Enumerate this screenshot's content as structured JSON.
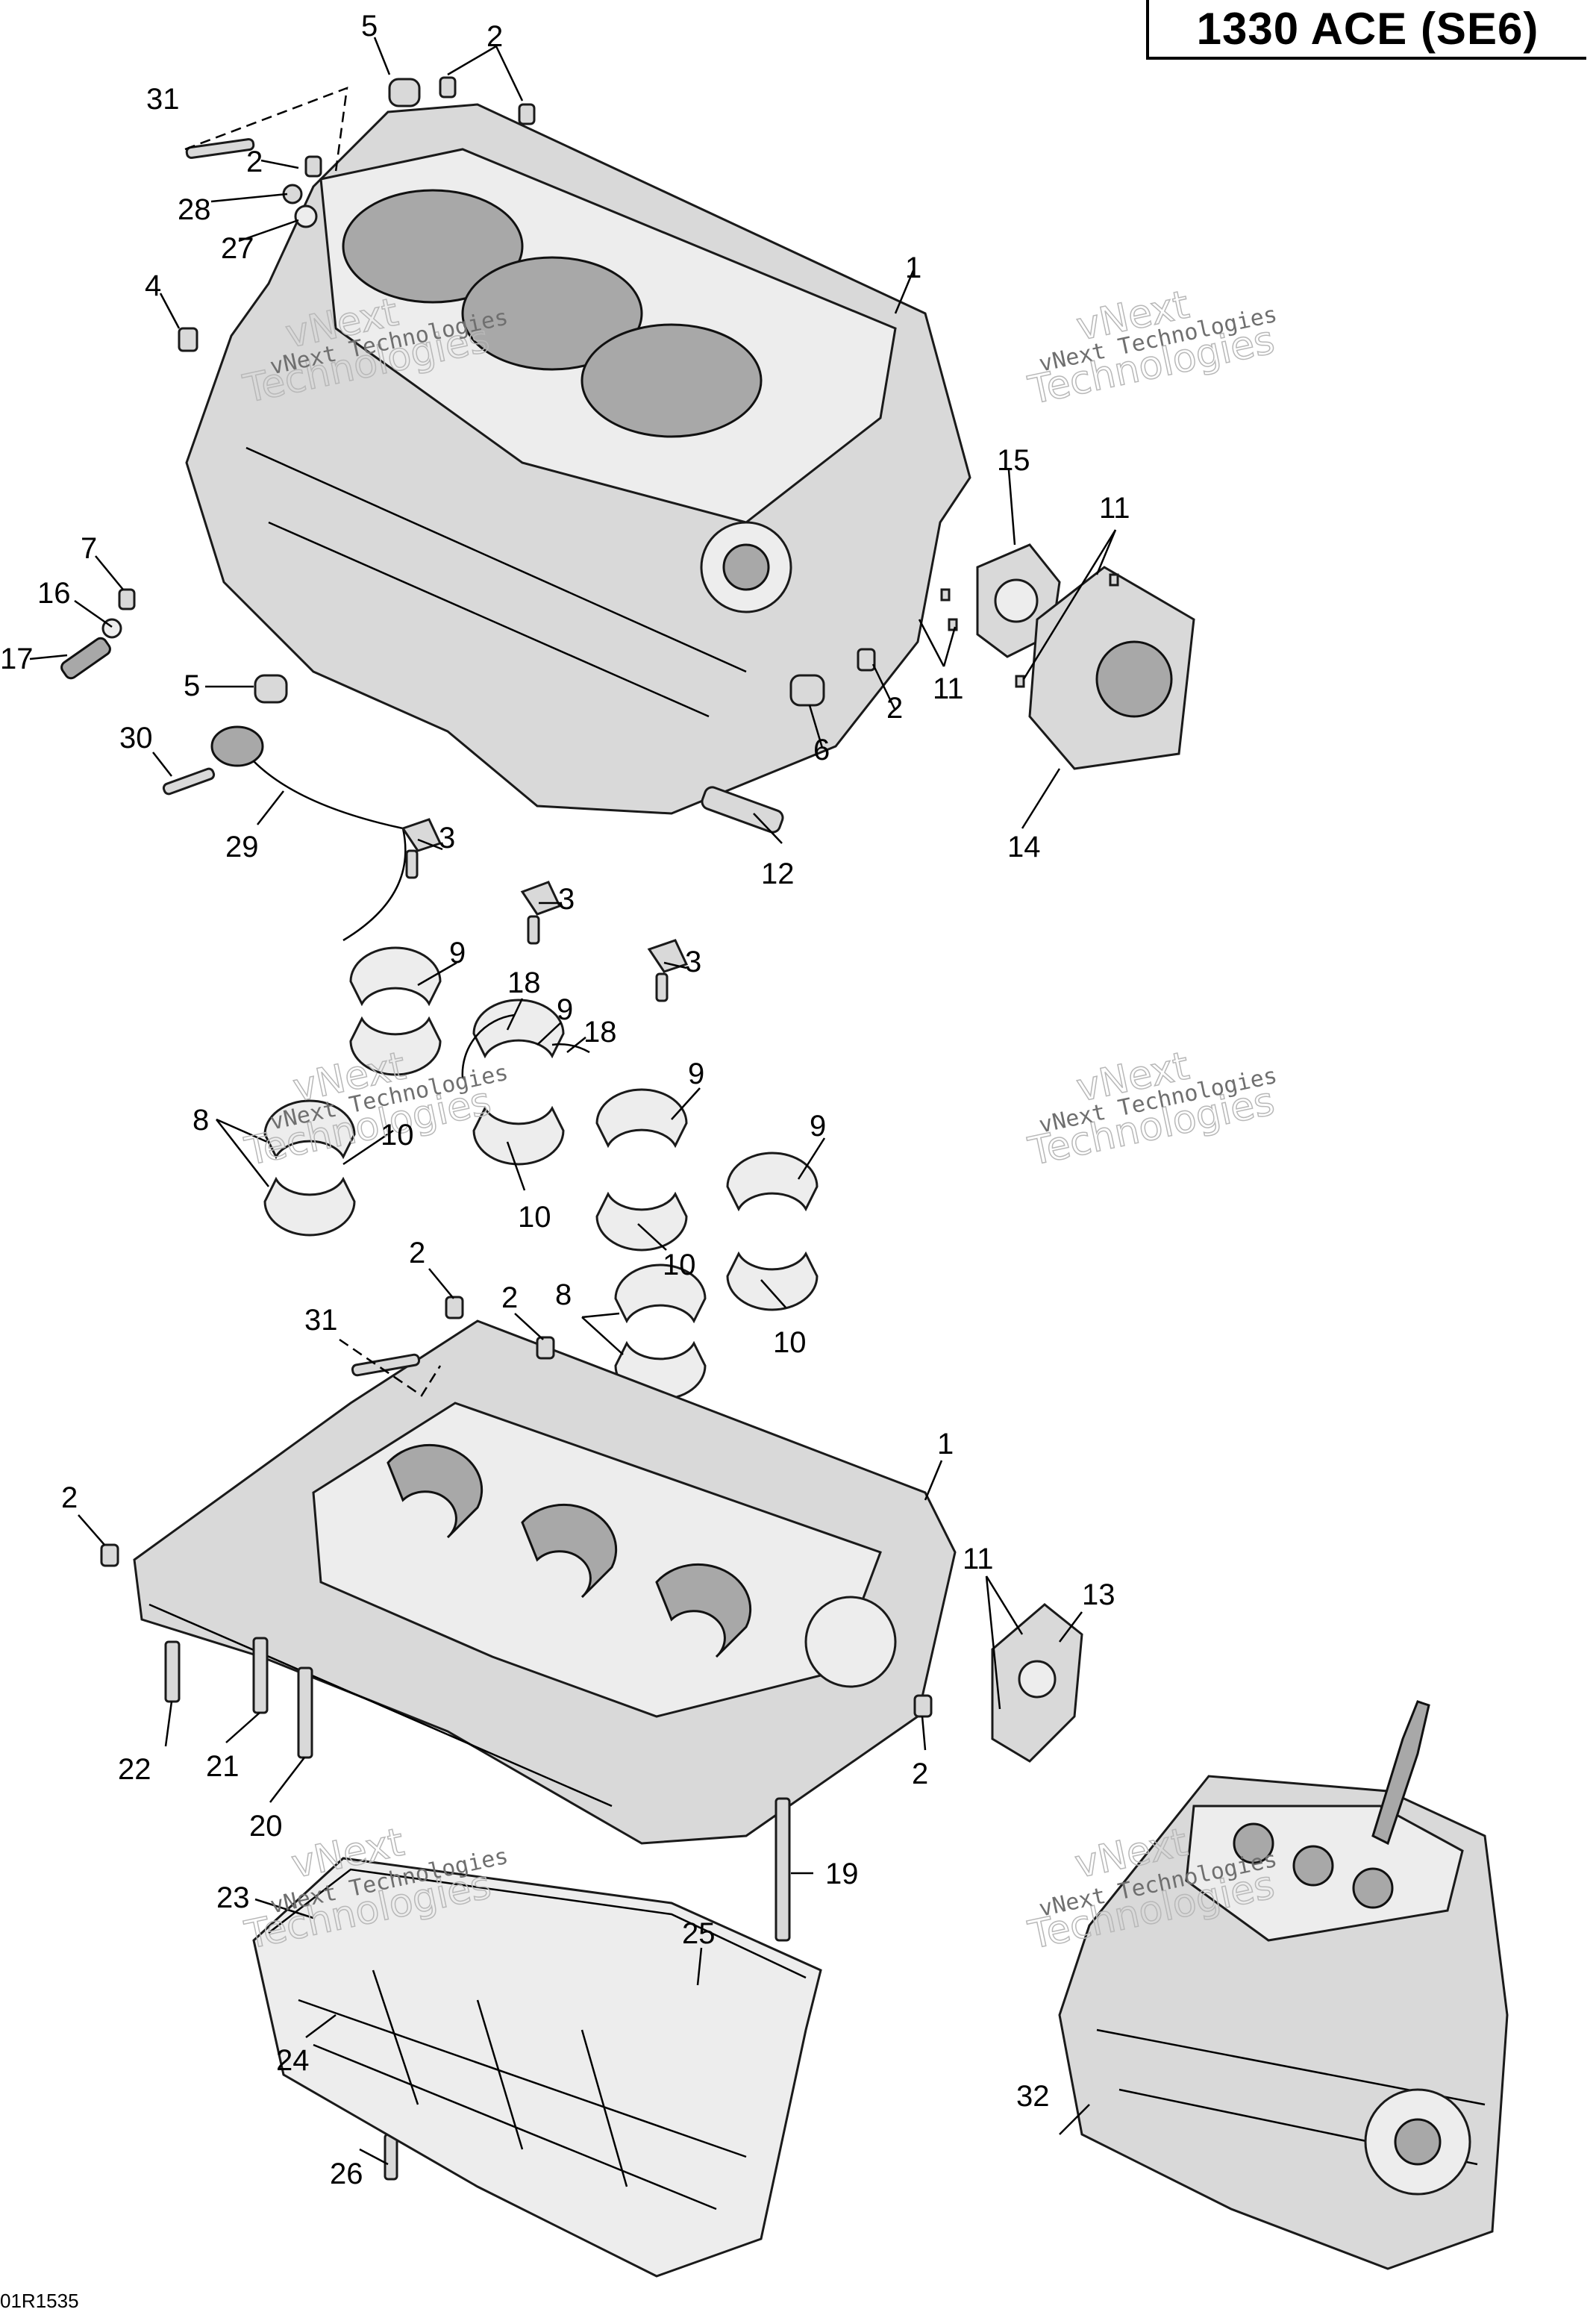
{
  "header": {
    "title": "1330 ACE (SE6)"
  },
  "footer": {
    "reference_code": "01R1535"
  },
  "watermark": {
    "line1": "vNext Technologies",
    "line2": "vNext",
    "line3": "Technologies"
  },
  "callouts": {
    "c1_top": "1",
    "c1_bottom": "1",
    "c2_a": "2",
    "c2_b": "2",
    "c2_c": "2",
    "c2_d": "2",
    "c2_e": "2",
    "c2_f": "2",
    "c2_g": "2",
    "c3_a": "3",
    "c3_b": "3",
    "c3_c": "3",
    "c4": "4",
    "c5_top": "5",
    "c5_mid": "5",
    "c6": "6",
    "c7": "7",
    "c8_a": "8",
    "c8_b": "8",
    "c9_a": "9",
    "c9_b": "9",
    "c9_c": "9",
    "c9_d": "9",
    "c10_a": "10",
    "c10_b": "10",
    "c10_c": "10",
    "c10_d": "10",
    "c11_a": "11",
    "c11_b": "11",
    "c11_c": "11",
    "c12": "12",
    "c13": "13",
    "c14": "14",
    "c15": "15",
    "c16": "16",
    "c17": "17",
    "c18_a": "18",
    "c18_b": "18",
    "c19": "19",
    "c20": "20",
    "c21": "21",
    "c22": "22",
    "c23": "23",
    "c24": "24",
    "c25": "25",
    "c26": "26",
    "c27": "27",
    "c28": "28",
    "c29": "29",
    "c30": "30",
    "c31_top": "31",
    "c31_bottom": "31",
    "c32": "32"
  },
  "icons": {
    "crankcase_upper": "crankcase-upper-icon",
    "crankcase_lower": "crankcase-lower-icon",
    "oil_pan": "oil-pan-icon",
    "engine_assembly": "engine-assembly-icon",
    "knock_sensor": "knock-sensor-icon"
  }
}
